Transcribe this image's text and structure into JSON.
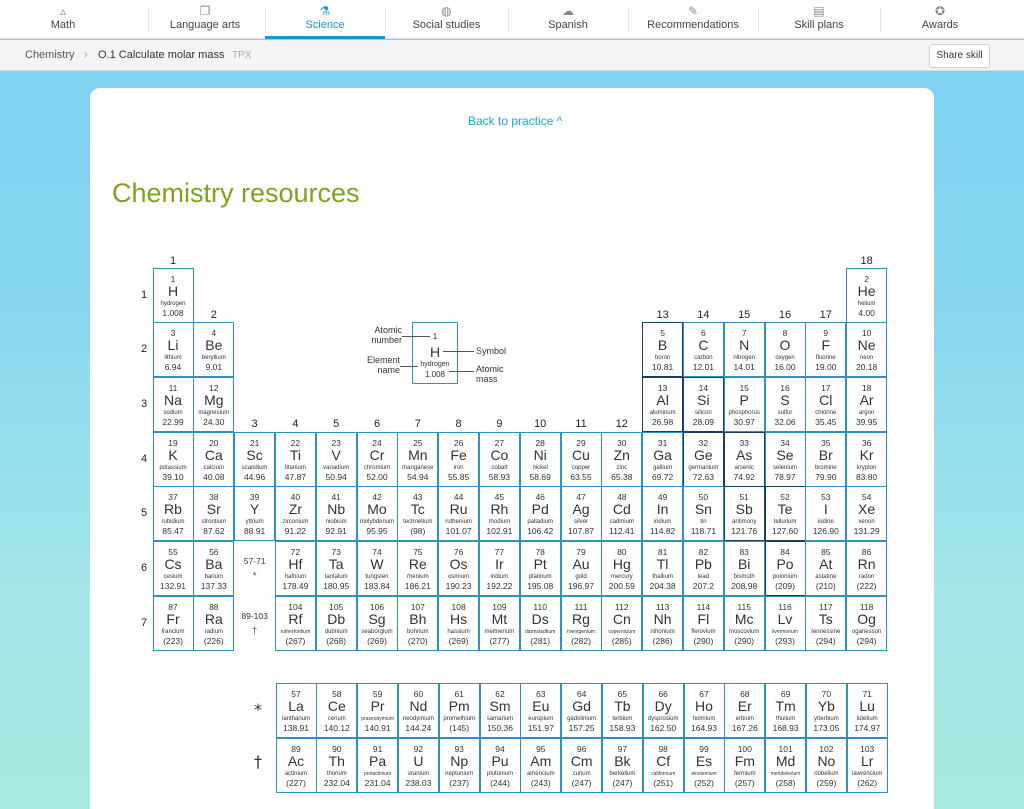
{
  "nav": {
    "tabs": [
      {
        "label": "Math",
        "icon": "triangle-icon",
        "active": false
      },
      {
        "label": "Language arts",
        "icon": "book-icon",
        "active": false
      },
      {
        "label": "Science",
        "icon": "flask-icon",
        "active": true
      },
      {
        "label": "Social studies",
        "icon": "globe-icon",
        "active": false
      },
      {
        "label": "Spanish",
        "icon": "speech-icon",
        "active": false
      },
      {
        "label": "Recommendations",
        "icon": "lamp-icon",
        "active": false
      },
      {
        "label": "Skill plans",
        "icon": "clipboard-icon",
        "active": false
      },
      {
        "label": "Awards",
        "icon": "trophy-icon",
        "active": false
      }
    ]
  },
  "breadcrumb": {
    "subject": "Chemistry",
    "skill": "O.1 Calculate molar mass",
    "code": "TPX"
  },
  "share_label": "Share skill",
  "back_label": "Back to practice ^",
  "title": "Chemistry resources",
  "legend": {
    "number": "1",
    "symbol": "H",
    "name": "hydrogen",
    "mass": "1.008",
    "lbl_number": "Atomic number",
    "lbl_name": "Element name",
    "lbl_symbol": "Symbol",
    "lbl_mass": "Atomic mass"
  },
  "group_labels": [
    "1",
    "2",
    "3",
    "4",
    "5",
    "6",
    "7",
    "8",
    "9",
    "10",
    "11",
    "12",
    "13",
    "14",
    "15",
    "16",
    "17",
    "18"
  ],
  "period_labels": [
    "1",
    "2",
    "3",
    "4",
    "5",
    "6",
    "7"
  ],
  "placeholders": [
    {
      "range": "57-71",
      "mark": "*"
    },
    {
      "range": "89-103",
      "mark": "†"
    }
  ],
  "series_marks": [
    "*",
    "†"
  ],
  "elements": [
    {
      "z": "1",
      "s": "H",
      "n": "hydrogen",
      "m": "1.008",
      "p": 1,
      "g": 1
    },
    {
      "z": "2",
      "s": "He",
      "n": "helium",
      "m": "4.00",
      "p": 1,
      "g": 18
    },
    {
      "z": "3",
      "s": "Li",
      "n": "lithium",
      "m": "6.94",
      "p": 2,
      "g": 1
    },
    {
      "z": "4",
      "s": "Be",
      "n": "beryllium",
      "m": "9.01",
      "p": 2,
      "g": 2
    },
    {
      "z": "5",
      "s": "B",
      "n": "boron",
      "m": "10.81",
      "p": 2,
      "g": 13
    },
    {
      "z": "6",
      "s": "C",
      "n": "carbon",
      "m": "12.01",
      "p": 2,
      "g": 14
    },
    {
      "z": "7",
      "s": "N",
      "n": "nitrogen",
      "m": "14.01",
      "p": 2,
      "g": 15
    },
    {
      "z": "8",
      "s": "O",
      "n": "oxygen",
      "m": "16.00",
      "p": 2,
      "g": 16
    },
    {
      "z": "9",
      "s": "F",
      "n": "fluorine",
      "m": "19.00",
      "p": 2,
      "g": 17
    },
    {
      "z": "10",
      "s": "Ne",
      "n": "neon",
      "m": "20.18",
      "p": 2,
      "g": 18
    },
    {
      "z": "11",
      "s": "Na",
      "n": "sodium",
      "m": "22.99",
      "p": 3,
      "g": 1
    },
    {
      "z": "12",
      "s": "Mg",
      "n": "magnesium",
      "m": "24.30",
      "p": 3,
      "g": 2
    },
    {
      "z": "13",
      "s": "Al",
      "n": "aluminum",
      "m": "26.98",
      "p": 3,
      "g": 13
    },
    {
      "z": "14",
      "s": "Si",
      "n": "silicon",
      "m": "28.09",
      "p": 3,
      "g": 14
    },
    {
      "z": "15",
      "s": "P",
      "n": "phosphorus",
      "m": "30.97",
      "p": 3,
      "g": 15
    },
    {
      "z": "16",
      "s": "S",
      "n": "sulfur",
      "m": "32.06",
      "p": 3,
      "g": 16
    },
    {
      "z": "17",
      "s": "Cl",
      "n": "chlorine",
      "m": "35.45",
      "p": 3,
      "g": 17
    },
    {
      "z": "18",
      "s": "Ar",
      "n": "argon",
      "m": "39.95",
      "p": 3,
      "g": 18
    },
    {
      "z": "19",
      "s": "K",
      "n": "potassium",
      "m": "39.10",
      "p": 4,
      "g": 1
    },
    {
      "z": "20",
      "s": "Ca",
      "n": "calcium",
      "m": "40.08",
      "p": 4,
      "g": 2
    },
    {
      "z": "21",
      "s": "Sc",
      "n": "scandium",
      "m": "44.96",
      "p": 4,
      "g": 3
    },
    {
      "z": "22",
      "s": "Ti",
      "n": "titanium",
      "m": "47.87",
      "p": 4,
      "g": 4
    },
    {
      "z": "23",
      "s": "V",
      "n": "vanadium",
      "m": "50.94",
      "p": 4,
      "g": 5
    },
    {
      "z": "24",
      "s": "Cr",
      "n": "chromium",
      "m": "52.00",
      "p": 4,
      "g": 6
    },
    {
      "z": "25",
      "s": "Mn",
      "n": "manganese",
      "m": "54.94",
      "p": 4,
      "g": 7
    },
    {
      "z": "26",
      "s": "Fe",
      "n": "iron",
      "m": "55.85",
      "p": 4,
      "g": 8
    },
    {
      "z": "27",
      "s": "Co",
      "n": "cobalt",
      "m": "58.93",
      "p": 4,
      "g": 9
    },
    {
      "z": "28",
      "s": "Ni",
      "n": "nickel",
      "m": "58.69",
      "p": 4,
      "g": 10
    },
    {
      "z": "29",
      "s": "Cu",
      "n": "copper",
      "m": "63.55",
      "p": 4,
      "g": 11
    },
    {
      "z": "30",
      "s": "Zn",
      "n": "zinc",
      "m": "65.38",
      "p": 4,
      "g": 12
    },
    {
      "z": "31",
      "s": "Ga",
      "n": "gallium",
      "m": "69.72",
      "p": 4,
      "g": 13
    },
    {
      "z": "32",
      "s": "Ge",
      "n": "germanium",
      "m": "72.63",
      "p": 4,
      "g": 14
    },
    {
      "z": "33",
      "s": "As",
      "n": "arsenic",
      "m": "74.92",
      "p": 4,
      "g": 15
    },
    {
      "z": "34",
      "s": "Se",
      "n": "selenium",
      "m": "78.97",
      "p": 4,
      "g": 16
    },
    {
      "z": "35",
      "s": "Br",
      "n": "bromine",
      "m": "79.90",
      "p": 4,
      "g": 17
    },
    {
      "z": "36",
      "s": "Kr",
      "n": "krypton",
      "m": "83.80",
      "p": 4,
      "g": 18
    },
    {
      "z": "37",
      "s": "Rb",
      "n": "rubidium",
      "m": "85.47",
      "p": 5,
      "g": 1
    },
    {
      "z": "38",
      "s": "Sr",
      "n": "strontium",
      "m": "87.62",
      "p": 5,
      "g": 2
    },
    {
      "z": "39",
      "s": "Y",
      "n": "yttrium",
      "m": "88.91",
      "p": 5,
      "g": 3
    },
    {
      "z": "40",
      "s": "Zr",
      "n": "zirconium",
      "m": "91.22",
      "p": 5,
      "g": 4
    },
    {
      "z": "41",
      "s": "Nb",
      "n": "niobium",
      "m": "92.91",
      "p": 5,
      "g": 5
    },
    {
      "z": "42",
      "s": "Mo",
      "n": "molybdenum",
      "m": "95.95",
      "p": 5,
      "g": 6
    },
    {
      "z": "43",
      "s": "Tc",
      "n": "technetium",
      "m": "(98)",
      "p": 5,
      "g": 7
    },
    {
      "z": "44",
      "s": "Ru",
      "n": "ruthenium",
      "m": "101.07",
      "p": 5,
      "g": 8
    },
    {
      "z": "45",
      "s": "Rh",
      "n": "rhodium",
      "m": "102.91",
      "p": 5,
      "g": 9
    },
    {
      "z": "46",
      "s": "Pd",
      "n": "palladium",
      "m": "106.42",
      "p": 5,
      "g": 10
    },
    {
      "z": "47",
      "s": "Ag",
      "n": "silver",
      "m": "107.87",
      "p": 5,
      "g": 11
    },
    {
      "z": "48",
      "s": "Cd",
      "n": "cadmium",
      "m": "112.41",
      "p": 5,
      "g": 12
    },
    {
      "z": "49",
      "s": "In",
      "n": "indium",
      "m": "114.82",
      "p": 5,
      "g": 13
    },
    {
      "z": "50",
      "s": "Sn",
      "n": "tin",
      "m": "118.71",
      "p": 5,
      "g": 14
    },
    {
      "z": "51",
      "s": "Sb",
      "n": "antimony",
      "m": "121.76",
      "p": 5,
      "g": 15
    },
    {
      "z": "52",
      "s": "Te",
      "n": "tellurium",
      "m": "127.60",
      "p": 5,
      "g": 16
    },
    {
      "z": "53",
      "s": "I",
      "n": "iodine",
      "m": "126.90",
      "p": 5,
      "g": 17
    },
    {
      "z": "54",
      "s": "Xe",
      "n": "xenon",
      "m": "131.29",
      "p": 5,
      "g": 18
    },
    {
      "z": "55",
      "s": "Cs",
      "n": "cesium",
      "m": "132.91",
      "p": 6,
      "g": 1
    },
    {
      "z": "56",
      "s": "Ba",
      "n": "barium",
      "m": "137.33",
      "p": 6,
      "g": 2
    },
    {
      "z": "72",
      "s": "Hf",
      "n": "hafnium",
      "m": "178.49",
      "p": 6,
      "g": 4
    },
    {
      "z": "73",
      "s": "Ta",
      "n": "tantalum",
      "m": "180.95",
      "p": 6,
      "g": 5
    },
    {
      "z": "74",
      "s": "W",
      "n": "tungsten",
      "m": "183.84",
      "p": 6,
      "g": 6
    },
    {
      "z": "75",
      "s": "Re",
      "n": "rhenium",
      "m": "186.21",
      "p": 6,
      "g": 7
    },
    {
      "z": "76",
      "s": "Os",
      "n": "osmium",
      "m": "190.23",
      "p": 6,
      "g": 8
    },
    {
      "z": "77",
      "s": "Ir",
      "n": "iridium",
      "m": "192.22",
      "p": 6,
      "g": 9
    },
    {
      "z": "78",
      "s": "Pt",
      "n": "platinum",
      "m": "195.08",
      "p": 6,
      "g": 10
    },
    {
      "z": "79",
      "s": "Au",
      "n": "gold",
      "m": "196.97",
      "p": 6,
      "g": 11
    },
    {
      "z": "80",
      "s": "Hg",
      "n": "mercury",
      "m": "200.59",
      "p": 6,
      "g": 12
    },
    {
      "z": "81",
      "s": "Tl",
      "n": "thallium",
      "m": "204.38",
      "p": 6,
      "g": 13
    },
    {
      "z": "82",
      "s": "Pb",
      "n": "lead",
      "m": "207.2",
      "p": 6,
      "g": 14
    },
    {
      "z": "83",
      "s": "Bi",
      "n": "bismuth",
      "m": "208.98",
      "p": 6,
      "g": 15
    },
    {
      "z": "84",
      "s": "Po",
      "n": "polonium",
      "m": "(209)",
      "p": 6,
      "g": 16
    },
    {
      "z": "85",
      "s": "At",
      "n": "astatine",
      "m": "(210)",
      "p": 6,
      "g": 17
    },
    {
      "z": "86",
      "s": "Rn",
      "n": "radon",
      "m": "(222)",
      "p": 6,
      "g": 18
    },
    {
      "z": "87",
      "s": "Fr",
      "n": "francium",
      "m": "(223)",
      "p": 7,
      "g": 1
    },
    {
      "z": "88",
      "s": "Ra",
      "n": "radium",
      "m": "(226)",
      "p": 7,
      "g": 2
    },
    {
      "z": "104",
      "s": "Rf",
      "n": "rutherfordium",
      "m": "(267)",
      "p": 7,
      "g": 4
    },
    {
      "z": "105",
      "s": "Db",
      "n": "dubnium",
      "m": "(268)",
      "p": 7,
      "g": 5
    },
    {
      "z": "106",
      "s": "Sg",
      "n": "seaborgium",
      "m": "(269)",
      "p": 7,
      "g": 6
    },
    {
      "z": "107",
      "s": "Bh",
      "n": "bohrium",
      "m": "(270)",
      "p": 7,
      "g": 7
    },
    {
      "z": "108",
      "s": "Hs",
      "n": "hassium",
      "m": "(269)",
      "p": 7,
      "g": 8
    },
    {
      "z": "109",
      "s": "Mt",
      "n": "meitnerium",
      "m": "(277)",
      "p": 7,
      "g": 9
    },
    {
      "z": "110",
      "s": "Ds",
      "n": "darmstadtium",
      "m": "(281)",
      "p": 7,
      "g": 10
    },
    {
      "z": "111",
      "s": "Rg",
      "n": "roentgenium",
      "m": "(282)",
      "p": 7,
      "g": 11
    },
    {
      "z": "112",
      "s": "Cn",
      "n": "copernicium",
      "m": "(285)",
      "p": 7,
      "g": 12
    },
    {
      "z": "113",
      "s": "Nh",
      "n": "nihonium",
      "m": "(286)",
      "p": 7,
      "g": 13
    },
    {
      "z": "114",
      "s": "Fl",
      "n": "flerovium",
      "m": "(290)",
      "p": 7,
      "g": 14
    },
    {
      "z": "115",
      "s": "Mc",
      "n": "moscovium",
      "m": "(290)",
      "p": 7,
      "g": 15
    },
    {
      "z": "116",
      "s": "Lv",
      "n": "livermorium",
      "m": "(293)",
      "p": 7,
      "g": 16
    },
    {
      "z": "117",
      "s": "Ts",
      "n": "tennessine",
      "m": "(294)",
      "p": 7,
      "g": 17
    },
    {
      "z": "118",
      "s": "Og",
      "n": "oganesson",
      "m": "(294)",
      "p": 7,
      "g": 18
    }
  ],
  "lanthanides": [
    {
      "z": "57",
      "s": "La",
      "n": "lanthanum",
      "m": "138.91"
    },
    {
      "z": "58",
      "s": "Ce",
      "n": "cerium",
      "m": "140.12"
    },
    {
      "z": "59",
      "s": "Pr",
      "n": "praseodymium",
      "m": "140.91"
    },
    {
      "z": "60",
      "s": "Nd",
      "n": "neodymium",
      "m": "144.24"
    },
    {
      "z": "61",
      "s": "Pm",
      "n": "promethium",
      "m": "(145)"
    },
    {
      "z": "62",
      "s": "Sm",
      "n": "samarium",
      "m": "150.36"
    },
    {
      "z": "63",
      "s": "Eu",
      "n": "europium",
      "m": "151.97"
    },
    {
      "z": "64",
      "s": "Gd",
      "n": "gadolinium",
      "m": "157.25"
    },
    {
      "z": "65",
      "s": "Tb",
      "n": "terbium",
      "m": "158.93"
    },
    {
      "z": "66",
      "s": "Dy",
      "n": "dysprosium",
      "m": "162.50"
    },
    {
      "z": "67",
      "s": "Ho",
      "n": "holmium",
      "m": "164.93"
    },
    {
      "z": "68",
      "s": "Er",
      "n": "erbium",
      "m": "167.26"
    },
    {
      "z": "69",
      "s": "Tm",
      "n": "thulium",
      "m": "168.93"
    },
    {
      "z": "70",
      "s": "Yb",
      "n": "ytterbium",
      "m": "173.05"
    },
    {
      "z": "71",
      "s": "Lu",
      "n": "lutetium",
      "m": "174.97"
    }
  ],
  "actinides": [
    {
      "z": "89",
      "s": "Ac",
      "n": "actinium",
      "m": "(227)"
    },
    {
      "z": "90",
      "s": "Th",
      "n": "thorium",
      "m": "232.04"
    },
    {
      "z": "91",
      "s": "Pa",
      "n": "protactinium",
      "m": "231.04"
    },
    {
      "z": "92",
      "s": "U",
      "n": "uranium",
      "m": "238.03"
    },
    {
      "z": "93",
      "s": "Np",
      "n": "neptunium",
      "m": "(237)"
    },
    {
      "z": "94",
      "s": "Pu",
      "n": "plutonium",
      "m": "(244)"
    },
    {
      "z": "95",
      "s": "Am",
      "n": "americium",
      "m": "(243)"
    },
    {
      "z": "96",
      "s": "Cm",
      "n": "curium",
      "m": "(247)"
    },
    {
      "z": "97",
      "s": "Bk",
      "n": "berkelium",
      "m": "(247)"
    },
    {
      "z": "98",
      "s": "Cf",
      "n": "californium",
      "m": "(251)"
    },
    {
      "z": "99",
      "s": "Es",
      "n": "einsteinium",
      "m": "(252)"
    },
    {
      "z": "100",
      "s": "Fm",
      "n": "fermium",
      "m": "(257)"
    },
    {
      "z": "101",
      "s": "Md",
      "n": "mendelevium",
      "m": "(258)"
    },
    {
      "z": "102",
      "s": "No",
      "n": "nobelium",
      "m": "(259)"
    },
    {
      "z": "103",
      "s": "Lr",
      "n": "lawrencium",
      "m": "(262)"
    }
  ],
  "dark_border_cells": [
    "B",
    "Al",
    "Si",
    "Ge",
    "As",
    "Sb",
    "Te",
    "Po"
  ],
  "colors": {
    "accent": "#0f9ad7",
    "title": "#7ca41c",
    "cell_border": "#2e93c0",
    "metalloid_border": "#173f63"
  }
}
